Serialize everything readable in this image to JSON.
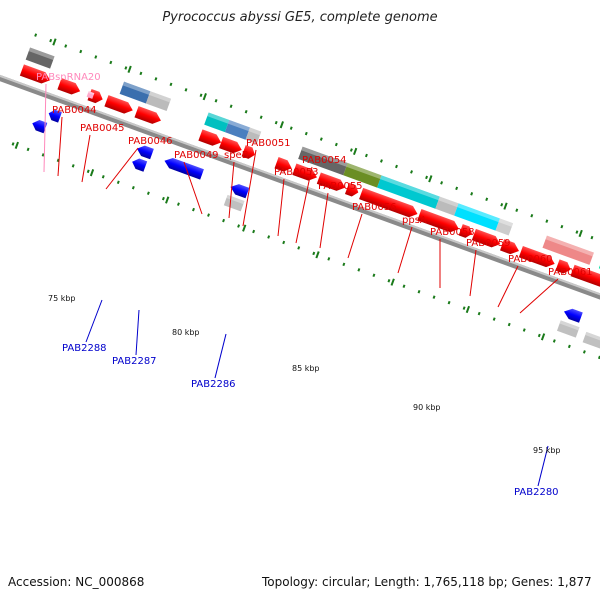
{
  "title": "Pyrococcus abyssi GE5, complete genome",
  "footer": {
    "accession": "Accession: NC_000868",
    "topology": "Topology: circular; Length: 1,765,118 bp; Genes: 1,877"
  },
  "scale_labels": [
    "75 kbp",
    "80 kbp",
    "85 kbp",
    "90 kbp",
    "95 kbp"
  ],
  "gene_labels_forward": [
    "PABsnRNA20",
    "PAB0044",
    "PAB0045",
    "PAB0046",
    "PAB0049",
    "speB",
    "PAB0051",
    "PAB0054",
    "PAB0053",
    "PAB0055",
    "PAB0056",
    "ppsA",
    "PAB0058",
    "PAB0059",
    "PAB0060",
    "PAB0061"
  ],
  "gene_labels_reverse": [
    "PAB2288",
    "PAB2287",
    "PAB2286",
    "PAB2280"
  ],
  "colors": {
    "forward_gene": "#ff0000",
    "reverse_gene": "#0000ff",
    "backbone": "#888888",
    "forward_label": "#e00000",
    "reverse_label": "#0000cc",
    "rna_label": "#ff88bb",
    "tick": "#1a7a1a"
  }
}
